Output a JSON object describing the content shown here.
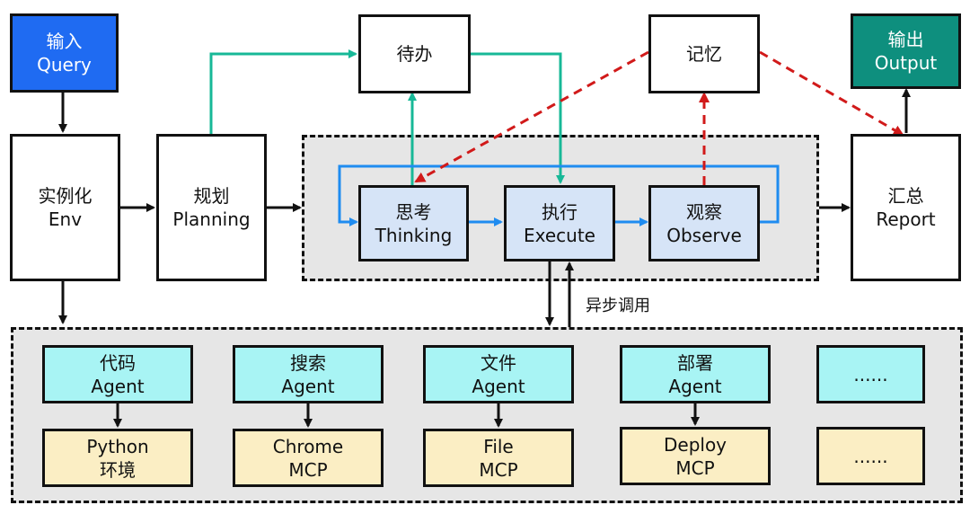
{
  "colors": {
    "input_fill": "#1f6bf2",
    "output_fill": "#0e8f7e",
    "loop_fill": "#d6e4f7",
    "agent_fill": "#a8f4f4",
    "tool_fill": "#fbeec4",
    "teal_arrow": "#17b897",
    "blue_arrow": "#1f8cf0",
    "red_dashed_arrow": "#d11a1a",
    "zone_fill": "#e6e6e6"
  },
  "nodes": {
    "input": {
      "line1": "输入",
      "line2": "Query"
    },
    "env": {
      "line1": "实例化",
      "line2": "Env"
    },
    "planning": {
      "line1": "规划",
      "line2": "Planning"
    },
    "todo": {
      "line1": "待办"
    },
    "memory": {
      "line1": "记忆"
    },
    "output": {
      "line1": "输出",
      "line2": "Output"
    },
    "report": {
      "line1": "汇总",
      "line2": "Report"
    },
    "thinking": {
      "line1": "思考",
      "line2": "Thinking"
    },
    "execute": {
      "line1": "执行",
      "line2": "Execute"
    },
    "observe": {
      "line1": "观察",
      "line2": "Observe"
    }
  },
  "async_label": "异步调用",
  "agents": [
    {
      "line1": "代码",
      "line2": "Agent"
    },
    {
      "line1": "搜索",
      "line2": "Agent"
    },
    {
      "line1": "文件",
      "line2": "Agent"
    },
    {
      "line1": "部署",
      "line2": "Agent"
    },
    {
      "line1": "......"
    }
  ],
  "tools": [
    {
      "line1": "Python",
      "line2": "环境"
    },
    {
      "line1": "Chrome",
      "line2": "MCP"
    },
    {
      "line1": "File",
      "line2": "MCP"
    },
    {
      "line1": "Deploy",
      "line2": "MCP"
    },
    {
      "line1": "......"
    }
  ]
}
